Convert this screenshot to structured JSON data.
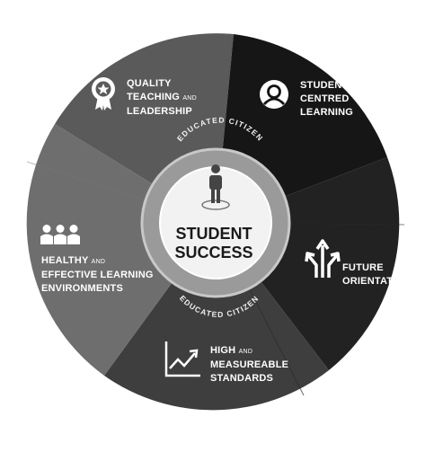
{
  "center": {
    "line1": "STUDENT",
    "line2": "SUCCESS",
    "ring_text_top": "EDUCATED CITIZEN",
    "ring_text_bottom": "EDUCATED CITIZEN"
  },
  "segments": [
    {
      "id": "quality",
      "icon": "award-ribbon-icon",
      "line1": "QUALITY",
      "line2": "TEACHING",
      "line2_small": "AND",
      "line3": "LEADERSHIP",
      "color": "#5a5a5a"
    },
    {
      "id": "student-centred",
      "icon": "user-circle-icon",
      "line1": "STUDENT",
      "line2": "CENTRED",
      "line3": "LEARNING",
      "color": "#161616"
    },
    {
      "id": "future",
      "icon": "diverging-arrows-icon",
      "line1": "FUTURE",
      "line2": "ORIENTATION",
      "color": "#222222"
    },
    {
      "id": "high",
      "icon": "trend-chart-icon",
      "line1": "HIGH",
      "line1_small": "AND",
      "line2": "MEASUREABLE",
      "line3": "STANDARDS",
      "color": "#3e3e3e"
    },
    {
      "id": "healthy",
      "icon": "people-group-icon",
      "line1": "HEALTHY",
      "line1_small": "AND",
      "line2": "EFFECTIVE LEARNING",
      "line3": "ENVIRONMENTS",
      "color": "#6e6e6e"
    }
  ]
}
